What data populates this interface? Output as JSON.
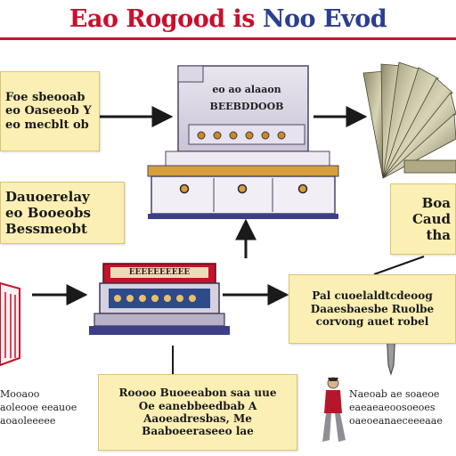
{
  "title": {
    "part_a": "Eao Rogood is",
    "part_b": "Noo Evod"
  },
  "notes": {
    "top_left": [
      "Foe sbeooab",
      "eo Oaseeob Y",
      "eo mecblt ob"
    ],
    "mid_left": [
      "Dauoerelay",
      "eo Booeobs",
      "Bessmeobt"
    ],
    "right_mid": [
      "Boa",
      "Caud",
      "tha"
    ],
    "center_right": [
      "Pal cuoelaldtcdeoog",
      "Daaesbaesbe Ruolbe",
      "corvong auet robel"
    ],
    "bottom_center": [
      "Roooo Buoeeabon saa uue",
      "Oe eanebbeedbab A",
      "Aaoeadresbas, Me",
      "Baaboeeraseeo lae"
    ]
  },
  "printer_labels": {
    "line1": "eo ao alaaon",
    "line2": "BEEBDDOOB"
  },
  "machine_label": "EEEEEEEEEE",
  "texts": {
    "bottom_left": [
      "Mooaoo",
      "aoleooe eeauoe",
      "aoaoleeeee"
    ],
    "bottom_right": [
      "Naeoab ae soaeoe",
      "eaeaeaeoosoeoes",
      "oaeoeanaeceeeaae"
    ]
  },
  "colors": {
    "accent_red": "#c8102e",
    "accent_blue": "#2c3e8f",
    "note_fill": "#fbefb3"
  }
}
